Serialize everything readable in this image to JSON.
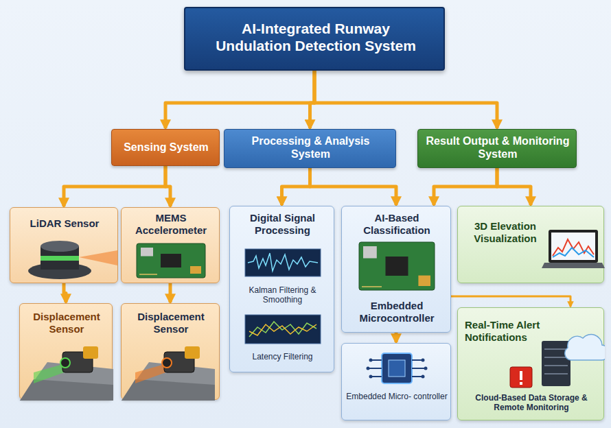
{
  "diagram": {
    "nodes": [
      {
        "text": [
          "AI-Integrated Runway Undulation Detection System"
        ]
      },
      {
        "text": [
          "Sensing System"
        ]
      },
      {
        "text": [
          "Processing & Analysis System"
        ]
      },
      {
        "text": [
          "Result Output & Monitoring System"
        ]
      },
      {
        "text": [
          "LiDAR Sensor"
        ]
      },
      {
        "text": [
          "MEMS Accelerometer"
        ]
      },
      {
        "text": [
          "Displacement Sensor"
        ]
      },
      {
        "text": [
          "Displacement Sensor"
        ]
      },
      {
        "text": [
          "Digital Signal Processing",
          "Kalman Filtering & Smoothing",
          "Latency Filtering"
        ]
      },
      {
        "text": [
          "AI-Based Classification",
          "Embedded Microcontroller"
        ]
      },
      {
        "text": [
          "Embedded Micro- controller"
        ]
      },
      {
        "text": [
          "3D Elevation Visualization"
        ]
      },
      {
        "text": [
          "Real-Time Alert Notifications",
          "Cloud-Based Data Storage & Remote Monitoring"
        ]
      }
    ],
    "edges": [
      {
        "from": 0,
        "to": 1,
        "arrow": "to"
      },
      {
        "from": 0,
        "to": 2,
        "arrow": "to"
      },
      {
        "from": 0,
        "to": 3,
        "arrow": "to"
      },
      {
        "from": 1,
        "to": 4,
        "arrow": "to"
      },
      {
        "from": 1,
        "to": 5,
        "arrow": "to"
      },
      {
        "from": 4,
        "to": 6,
        "arrow": "to"
      },
      {
        "from": 5,
        "to": 7,
        "arrow": "to"
      },
      {
        "from": 2,
        "to": 8,
        "arrow": "to"
      },
      {
        "from": 2,
        "to": 9,
        "arrow": "to"
      },
      {
        "from": 9,
        "to": 10,
        "arrow": "to"
      },
      {
        "from": 3,
        "to": 9,
        "arrow": "to"
      },
      {
        "from": 3,
        "to": 11,
        "arrow": "to"
      },
      {
        "from": 9,
        "to": 12,
        "arrow": "to"
      }
    ]
  }
}
